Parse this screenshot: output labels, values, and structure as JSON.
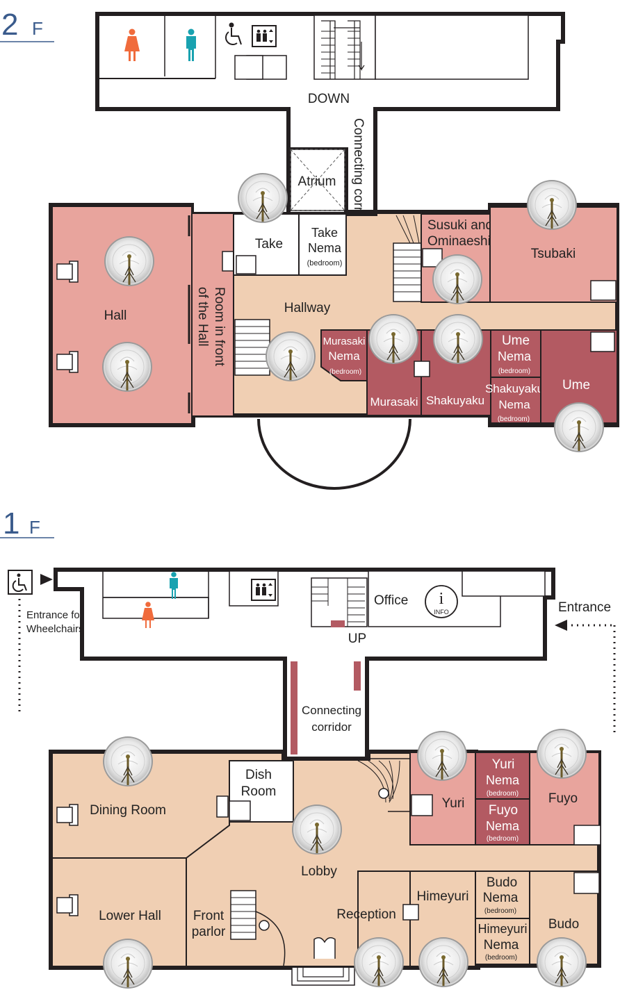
{
  "floors": {
    "second": {
      "number": "2",
      "suffix": "F",
      "labels": {
        "down": "DOWN",
        "atrium": "Atrium",
        "connecting_corridor": "Connecting corridor",
        "take": "Take",
        "take_nema_1": "Take",
        "take_nema_2": "Nema",
        "take_nema_sub": "(bedroom)",
        "susuki_1": "Susuki and",
        "susuki_2": "Ominaeshi",
        "tsubaki": "Tsubaki",
        "hall": "Hall",
        "front_hall_1": "Room in front",
        "front_hall_2": "of the Hall",
        "hallway": "Hallway",
        "murasaki_nema_1": "Murasaki",
        "murasaki_nema_2": "Nema",
        "murasaki_nema_sub": "(bedroom)",
        "ume_nema_1": "Ume",
        "ume_nema_2": "Nema",
        "ume_nema_sub": "(bedroom)",
        "ume": "Ume",
        "murasaki": "Murasaki",
        "shakuyaku": "Shakuyaku",
        "shakuyaku_nema_1": "Shakuyaku",
        "shakuyaku_nema_2": "Nema",
        "shakuyaku_nema_sub": "(bedroom)"
      }
    },
    "first": {
      "number": "1",
      "suffix": "F",
      "labels": {
        "entrance_wheelchairs_1": "Entrance for",
        "entrance_wheelchairs_2": "Wheelchairs",
        "office": "Office",
        "info": "INFO",
        "info_letter": "i",
        "up": "UP",
        "entrance": "Entrance",
        "connecting_corridor_1": "Connecting",
        "connecting_corridor_2": "corridor",
        "dish_room_1": "Dish",
        "dish_room_2": "Room",
        "dining_room": "Dining Room",
        "lobby": "Lobby",
        "yuri": "Yuri",
        "yuri_nema_1": "Yuri",
        "yuri_nema_2": "Nema",
        "yuri_nema_sub": "(bedroom)",
        "fuyo_nema_1": "Fuyo",
        "fuyo_nema_2": "Nema",
        "fuyo_nema_sub": "(bedroom)",
        "fuyo": "Fuyo",
        "lower_hall": "Lower Hall",
        "front_parlor_1": "Front",
        "front_parlor_2": "parlor",
        "reception": "Reception",
        "himeyuri": "Himeyuri",
        "budo_nema_1": "Budo",
        "budo_nema_2": "Nema",
        "budo_nema_sub": "(bedroom)",
        "himeyuri_nema_1": "Himeyuri",
        "himeyuri_nema_2": "Nema",
        "himeyuri_nema_sub": "(bedroom)",
        "budo": "Budo"
      }
    }
  },
  "colors": {
    "wall": "#231f20",
    "room_beige": "#f0cfb3",
    "room_pink": "#e8a49d",
    "room_dark": "#b35a62",
    "corridor_white": "#ffffff",
    "women_icon": "#f06b3c",
    "men_icon": "#19a2b0",
    "floor_title": "#3a5b8c"
  },
  "icons": [
    "women-restroom-icon",
    "men-restroom-icon",
    "wheelchair-icon",
    "elevator-icon",
    "info-icon",
    "chandelier-icon",
    "arrow-right-icon",
    "arrow-left-icon"
  ]
}
